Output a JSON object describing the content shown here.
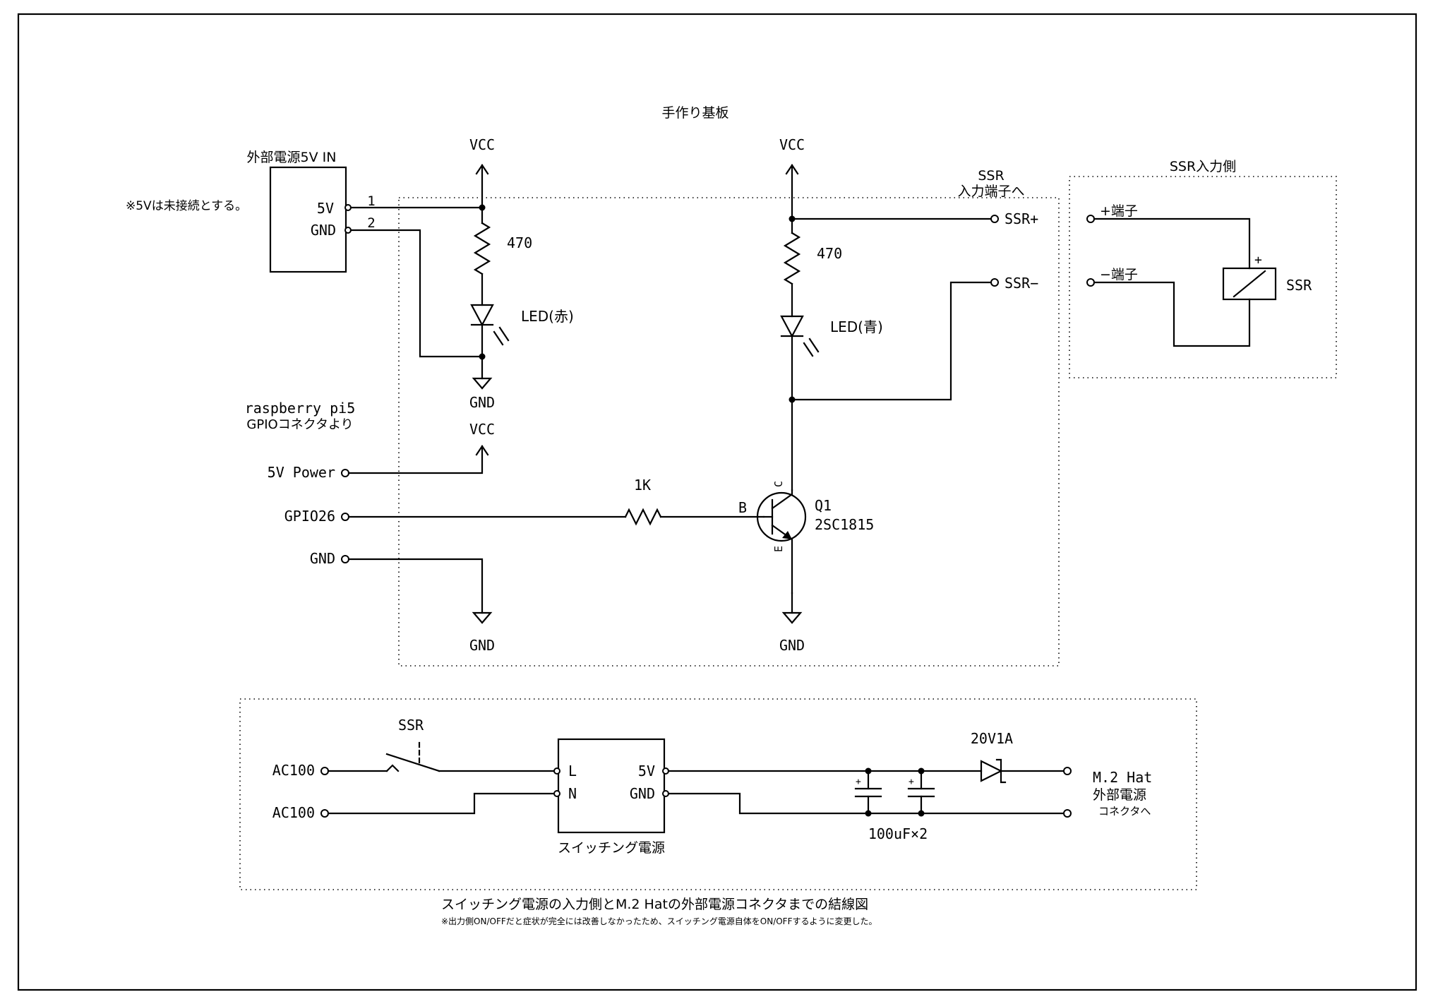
{
  "board": {
    "title": "手作り基板",
    "ext_power": {
      "title": "外部電源5V IN",
      "pin1_label": "5V",
      "pin2_label": "GND",
      "pin1_num": "1",
      "pin2_num": "2",
      "note": "※5Vは未接続とする。"
    },
    "gpio_title_line1": "raspberry pi5",
    "gpio_title_line2": "GPIOコネクタより",
    "ports": {
      "power": "5V Power",
      "gpio": "GPIO26",
      "gnd": "GND",
      "ssr_plus": "SSR+",
      "ssr_minus": "SSR−"
    },
    "vcc_label": "VCC",
    "gnd_label": "GND",
    "r_led_red_value": "470",
    "r_led_blue_value": "470",
    "led_red_label": "LED(赤)",
    "led_blue_label": "LED(青)",
    "r_base_value": "1K",
    "transistor": {
      "ref": "Q1",
      "part": "2SC1815",
      "pin_b": "B",
      "pin_c": "C",
      "pin_e": "E"
    },
    "ssr_header_line1": "SSR",
    "ssr_header_line2": "入力端子へ"
  },
  "ssr_side": {
    "title": "SSR入力側",
    "plus_terminal": "+端子",
    "minus_terminal": "−端子",
    "coil_label": "SSR",
    "coil_plus": "+"
  },
  "power_section": {
    "ac_line1": "AC100",
    "ac_line2": "AC100",
    "ssr_switch_label": "SSR",
    "psu_label": "スイッチング電源",
    "psu_pin_l": "L",
    "psu_pin_n": "N",
    "psu_pin_5v": "5V",
    "psu_pin_gnd": "GND",
    "diode_label": "20V1A",
    "cap_label": "100uF×2",
    "cap_plus": "+",
    "output_line1": "M.2 Hat",
    "output_line2": "外部電源",
    "output_line3": "コネクタへ",
    "caption": "スイッチング電源の入力側とM.2 Hatの外部電源コネクタまでの結線図",
    "caption_note": "※出力側ON/OFFだと症状が完全には改善しなかったため、スイッチング電源自体をON/OFFするように変更した。"
  }
}
